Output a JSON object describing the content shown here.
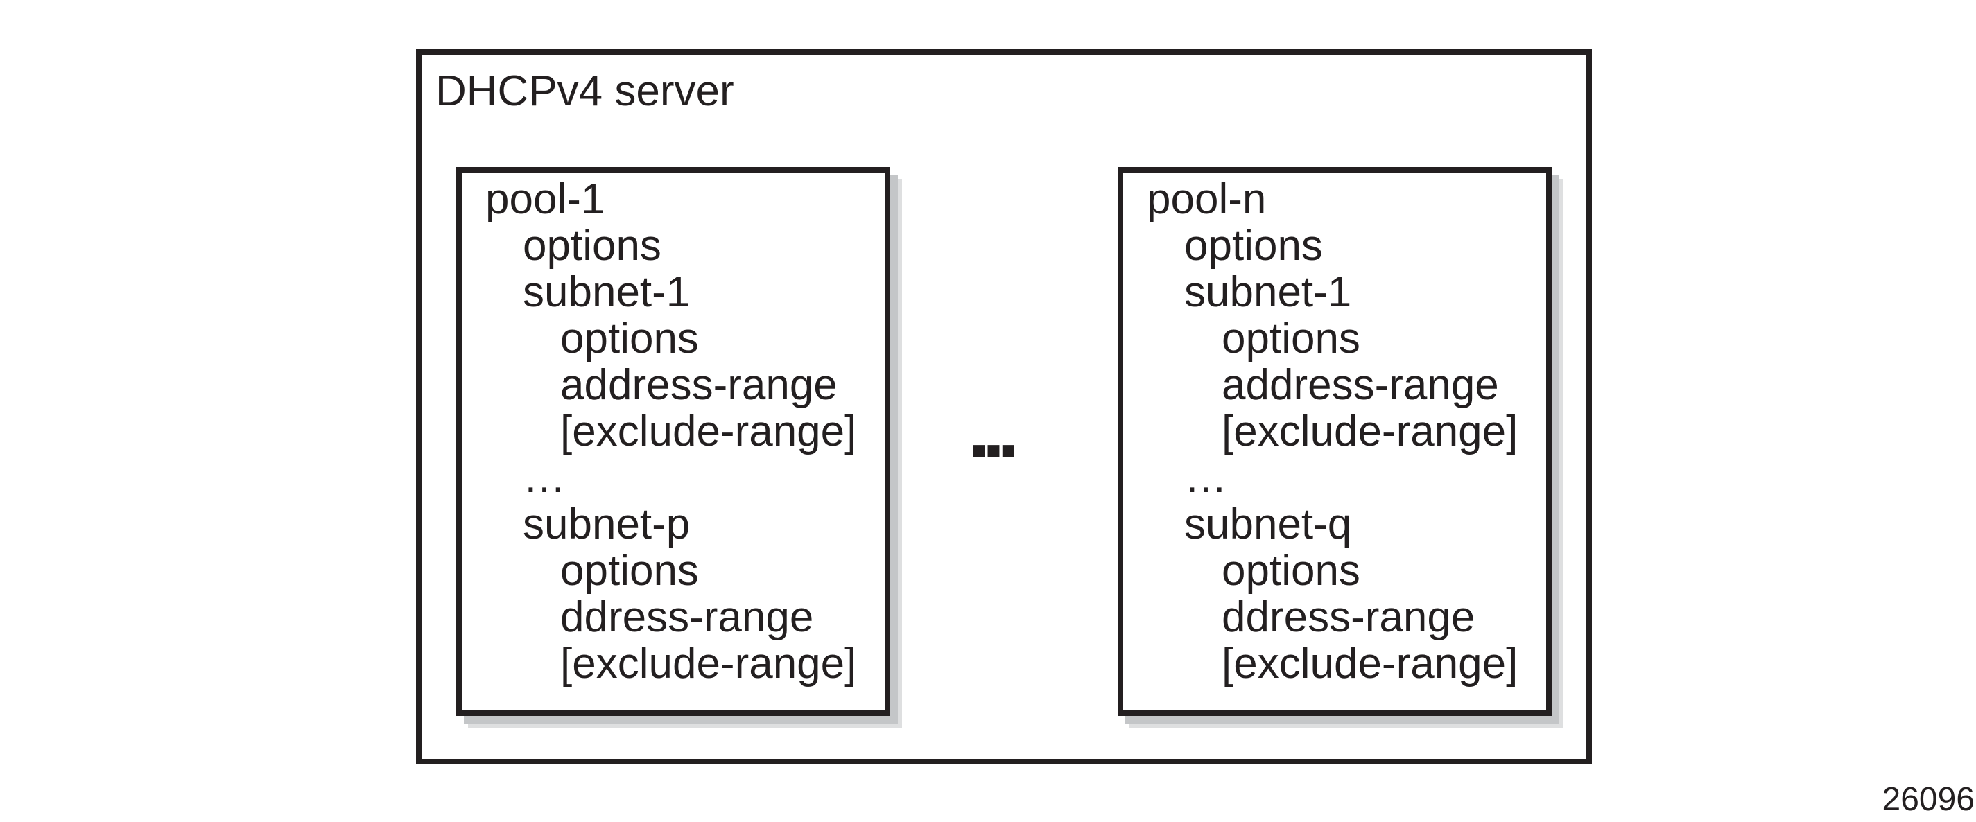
{
  "diagram": {
    "title": "DHCPv4 server",
    "figure_number": "26096",
    "between_pools_ellipsis": "...",
    "colors": {
      "ink": "#231f20",
      "background": "#ffffff",
      "box_shadow_inner": "#c4c6c8",
      "box_shadow_outer": "#dedfe0"
    },
    "pools": [
      {
        "name": "pool-1",
        "lines": [
          {
            "text": "pool-1",
            "level": 0
          },
          {
            "text": "options",
            "level": 1
          },
          {
            "text": "subnet-1",
            "level": 1
          },
          {
            "text": "options",
            "level": 2
          },
          {
            "text": "address-range",
            "level": 2
          },
          {
            "text": "[exclude-range]",
            "level": 2
          },
          {
            "text": "…",
            "level": 1
          },
          {
            "text": "subnet-p",
            "level": 1
          },
          {
            "text": "options",
            "level": 2
          },
          {
            "text": "ddress-range",
            "level": 2
          },
          {
            "text": "[exclude-range]",
            "level": 2
          }
        ]
      },
      {
        "name": "pool-n",
        "lines": [
          {
            "text": "pool-n",
            "level": 0
          },
          {
            "text": "options",
            "level": 1
          },
          {
            "text": "subnet-1",
            "level": 1
          },
          {
            "text": "options",
            "level": 2
          },
          {
            "text": "address-range",
            "level": 2
          },
          {
            "text": "[exclude-range]",
            "level": 2
          },
          {
            "text": "…",
            "level": 1
          },
          {
            "text": "subnet-q",
            "level": 1
          },
          {
            "text": "options",
            "level": 2
          },
          {
            "text": "ddress-range",
            "level": 2
          },
          {
            "text": "[exclude-range]",
            "level": 2
          }
        ]
      }
    ]
  }
}
